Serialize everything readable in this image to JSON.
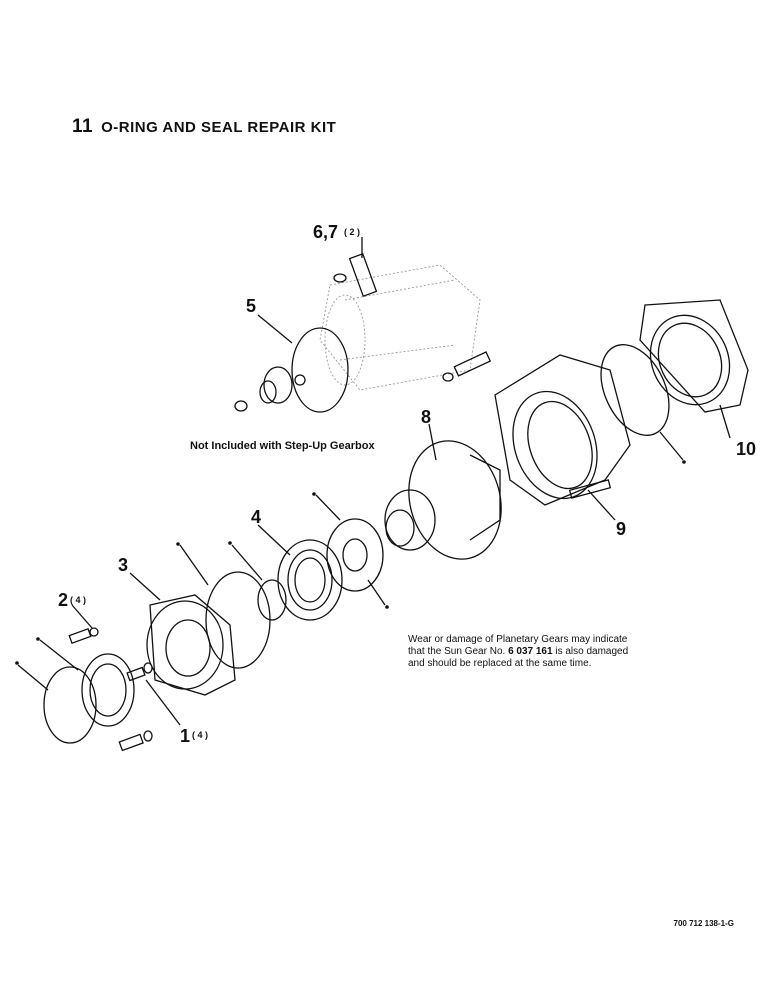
{
  "title": {
    "number": "11",
    "text": "O-RING AND SEAL REPAIR KIT"
  },
  "callouts": {
    "p1": "1",
    "p1_qty": "( 4 )",
    "p2": "2",
    "p2_qty": "( 4 )",
    "p3": "3",
    "p4": "4",
    "p5": "5",
    "p67": "6,7",
    "p67_qty": "( 2 )",
    "p8": "8",
    "p9": "9",
    "p10": "10"
  },
  "caption": "Not Included with Step-Up Gearbox",
  "note": {
    "line1": "Wear or damage of Planetary Gears may indicate",
    "line2_a": "that the Sun Gear No.",
    "line2_part": "6 037 161",
    "line2_b": "is also damaged",
    "line3": "and should be replaced at the same time."
  },
  "drawing_code": "700 712 138-1-G"
}
